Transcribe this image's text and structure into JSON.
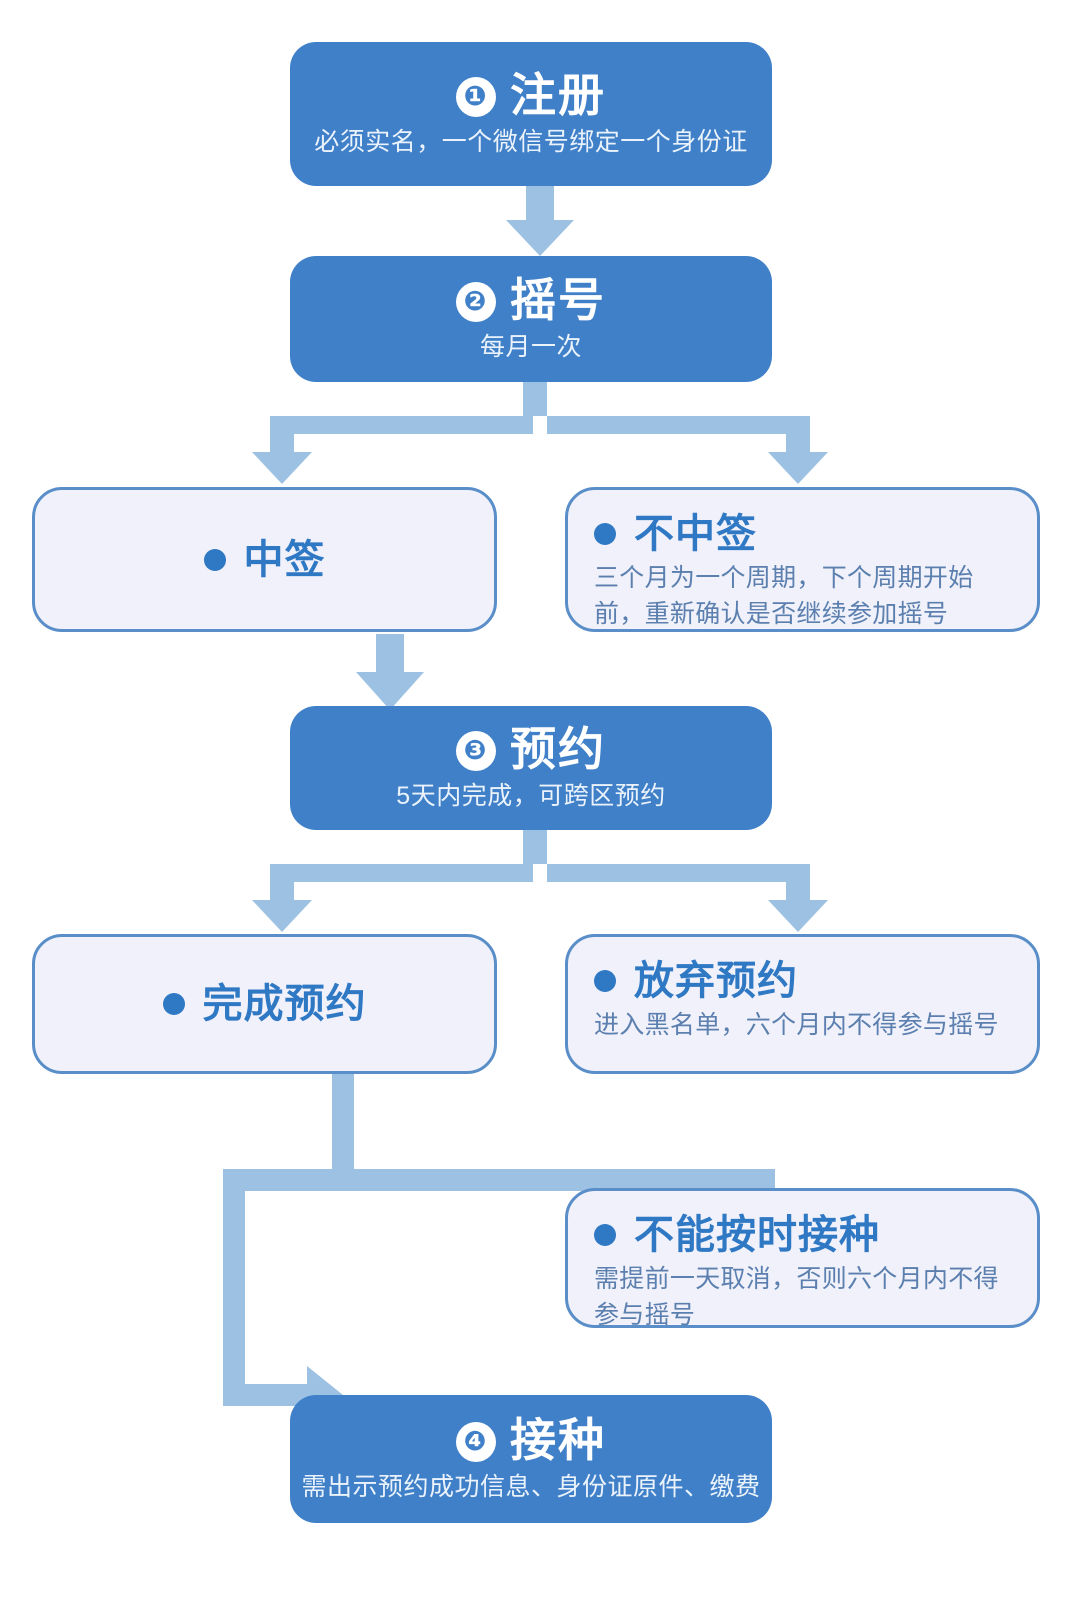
{
  "diagram": {
    "title_semantic": "vaccine-appointment-flowchart",
    "colors": {
      "primary_fill": "#4080c8",
      "light_fill": "#f0f1fa",
      "light_border": "#5a8ec8",
      "accent_text": "#2f78c4",
      "body_text": "#5b7fae",
      "connector": "#9cc1e3",
      "page_background": "#ffffff"
    },
    "steps": [
      {
        "id": "step-1-register",
        "number": "❶",
        "title": "注册",
        "subtitle": "必须实名，一个微信号绑定一个身份证"
      },
      {
        "id": "step-2-lottery",
        "number": "❷",
        "title": "摇号",
        "subtitle": "每月一次"
      },
      {
        "id": "step-3-appointment",
        "number": "❸",
        "title": "预约",
        "subtitle": "5天内完成，可跨区预约"
      },
      {
        "id": "step-4-vaccination",
        "number": "❹",
        "title": "接种",
        "subtitle": "需出示预约成功信息、身份证原件、缴费"
      }
    ],
    "outcomes": [
      {
        "id": "outcome-won",
        "head": "中签",
        "body": ""
      },
      {
        "id": "outcome-not-won",
        "head": "不中签",
        "body": "三个月为一个周期，下个周期开始前，重新确认是否继续参加摇号"
      },
      {
        "id": "outcome-appointment-done",
        "head": "完成预约",
        "body": ""
      },
      {
        "id": "outcome-appointment-abandoned",
        "head": "放弃预约",
        "body": "进入黑名单，六个月内不得参与摇号"
      },
      {
        "id": "outcome-cannot-attend",
        "head": "不能按时接种",
        "body": "需提前一天取消，否则六个月内不得参与摇号"
      }
    ]
  }
}
